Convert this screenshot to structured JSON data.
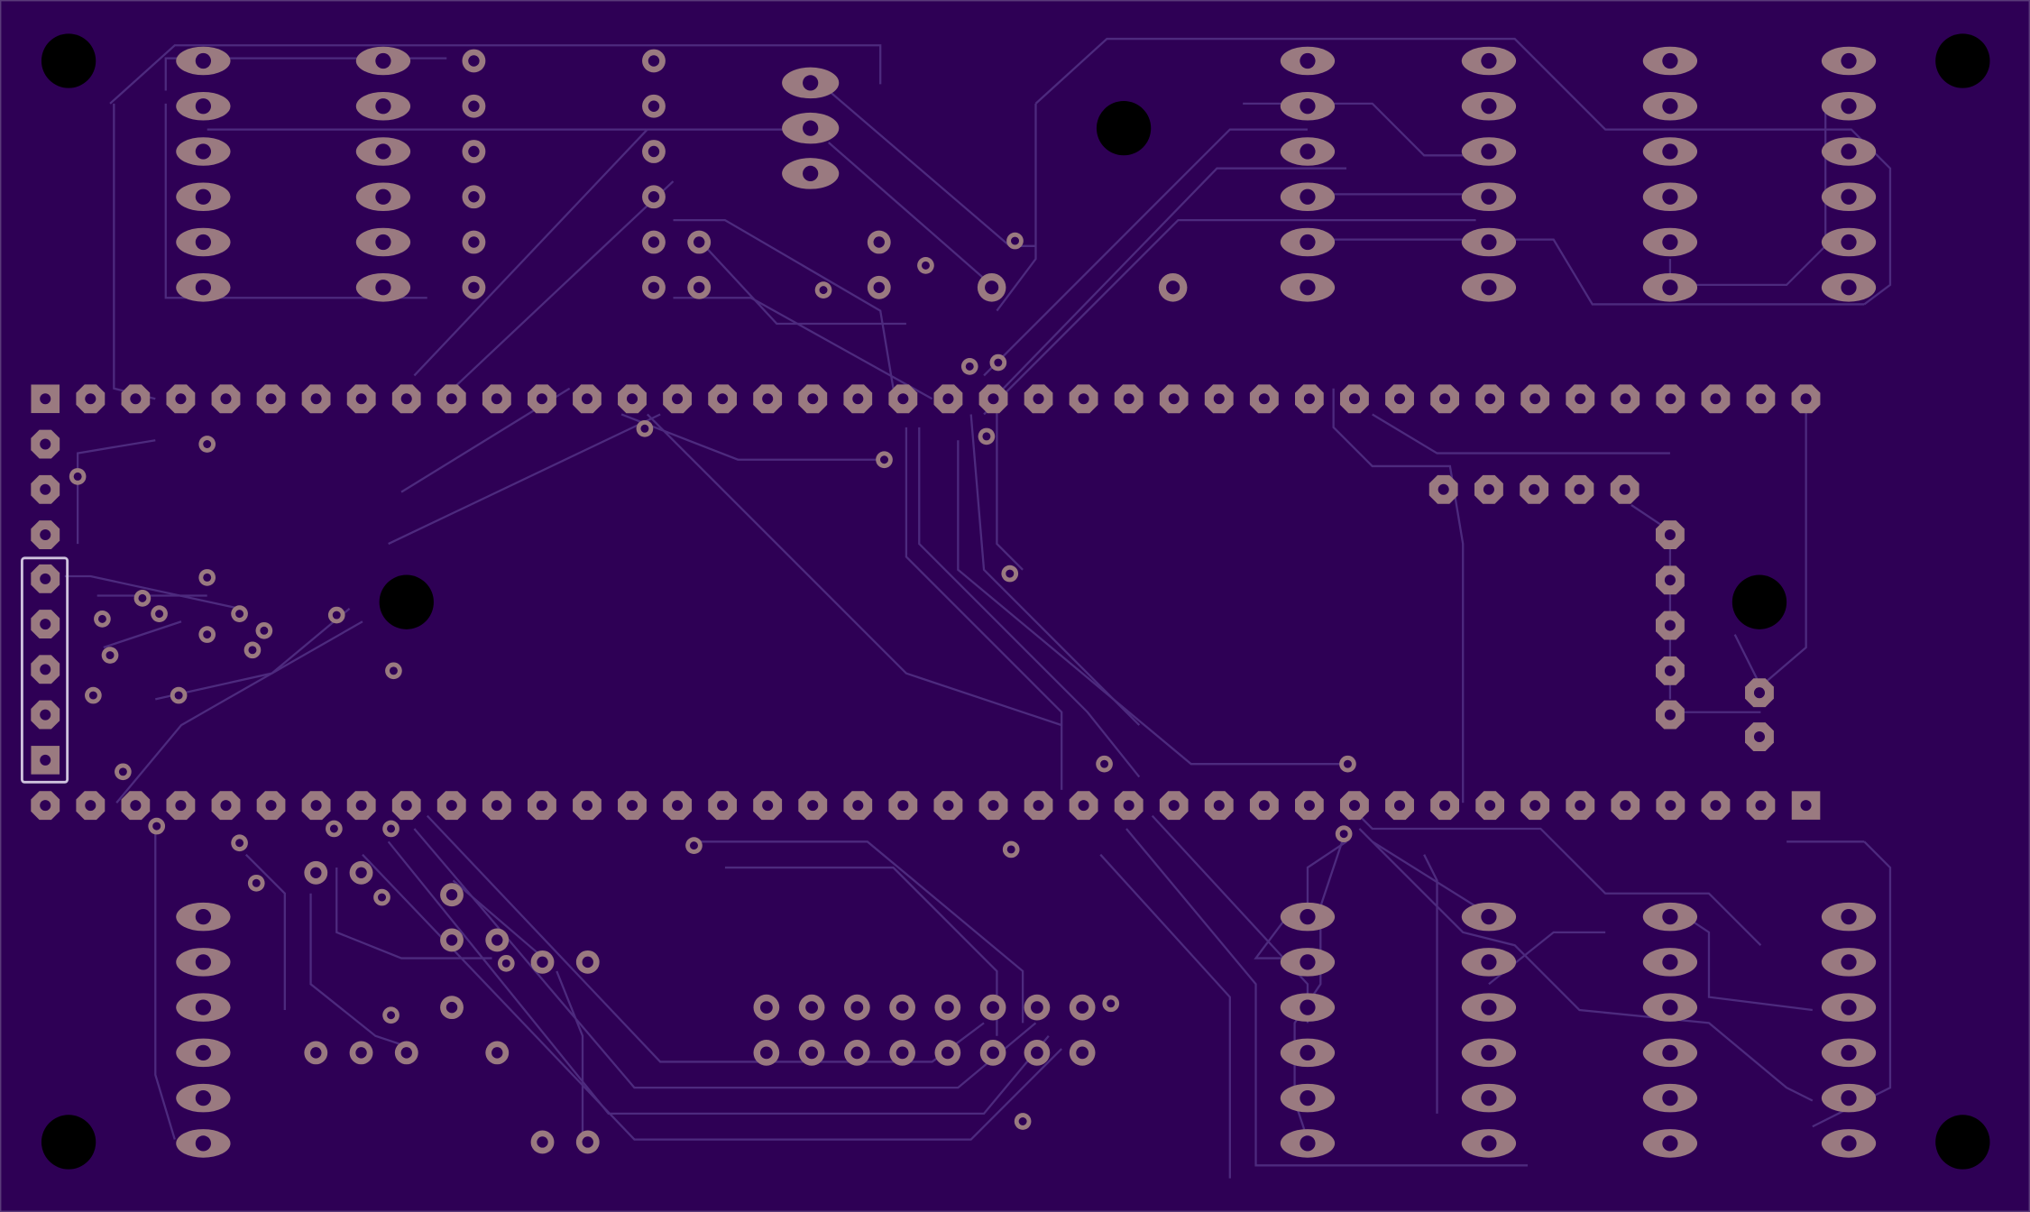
{
  "board": {
    "colors": {
      "substrate": "#2e0055",
      "edge": "#5a3a7a",
      "trace": "#4d2a7e",
      "pad": "#9a7a80",
      "pad_hole": "#2e0055",
      "drill_hole": "#000000",
      "silkscreen": "#cfc3dd"
    },
    "layers": [
      "substrate",
      "traces",
      "pads",
      "mounting-holes",
      "silkscreen-outline"
    ]
  }
}
